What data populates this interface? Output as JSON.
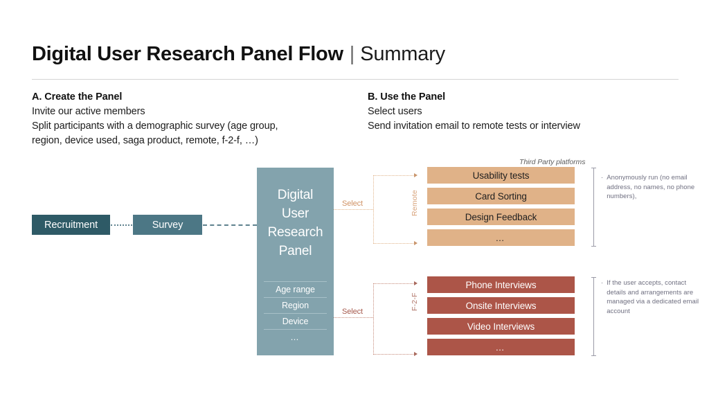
{
  "title": {
    "strong": "Digital User Research Panel Flow",
    "separator": "|",
    "light": "Summary"
  },
  "sections": {
    "a": {
      "heading": "A. Create the Panel",
      "line1": "Invite our active members",
      "line2": "Split participants with a demographic survey (age group,",
      "line3": "region, device used, saga product, remote, f-2-f, …)"
    },
    "b": {
      "heading": "B. Use the Panel",
      "line1": "Select users",
      "line2": "Send invitation email to remote tests or interview"
    }
  },
  "flow": {
    "recruitment": "Recruitment",
    "survey": "Survey"
  },
  "panel": {
    "title_lines": [
      "Digital",
      "User",
      "Research",
      "Panel"
    ],
    "attributes": [
      "Age range",
      "Region",
      "Device",
      "…"
    ]
  },
  "connectors": {
    "select_remote": "Select",
    "select_f2f": "Select"
  },
  "groups": {
    "remote_label": "Remote",
    "f2f_label": "F-2-F",
    "third_party": "Third Party platforms"
  },
  "remote_items": [
    "Usability tests",
    "Card Sorting",
    "Design Feedback",
    "…"
  ],
  "f2f_items": [
    "Phone Interviews",
    "Onsite Interviews",
    "Video Interviews",
    "…"
  ],
  "notes": {
    "bullet": "·",
    "remote": "Anonymously run (no email address, no names, no phone numbers),",
    "f2f": "If the user accepts, contact details and arrangements are managed via a dedicated email account"
  },
  "colors": {
    "recruitment_box": "#2e5a66",
    "survey_box": "#4c7785",
    "panel": "#83a3ad",
    "remote_bar": "#e0b288",
    "f2f_bar": "#ac5548",
    "rule": "#d4d4d4",
    "note_text": "#6f6f80"
  }
}
